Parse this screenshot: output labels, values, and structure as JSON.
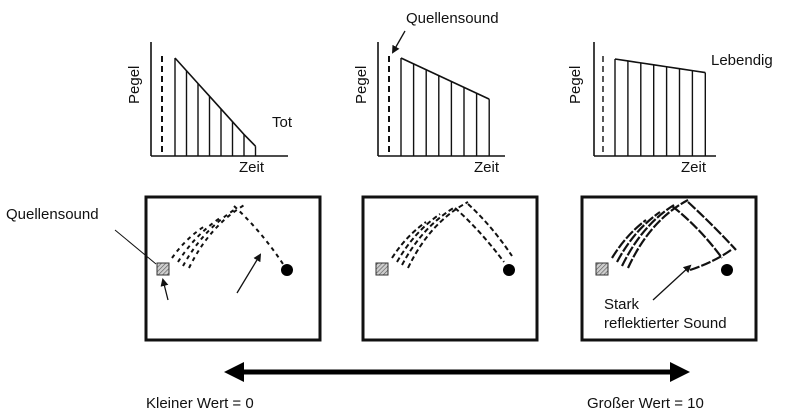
{
  "graphs": [
    {
      "id": "small",
      "ylabel": "Pegel",
      "xlabel": "Zeit",
      "annotation": "Tot",
      "reflection_levels": [
        1.0,
        0.87,
        0.74,
        0.61,
        0.48,
        0.35,
        0.22,
        0.1
      ]
    },
    {
      "id": "medium",
      "ylabel": "Pegel",
      "xlabel": "Zeit",
      "annotation": "Quellensound",
      "reflection_levels": [
        1.0,
        0.94,
        0.88,
        0.82,
        0.76,
        0.7,
        0.64,
        0.58
      ]
    },
    {
      "id": "large",
      "ylabel": "Pegel",
      "xlabel": "Zeit",
      "annotation": "Lebendig",
      "reflection_levels": [
        1.0,
        0.98,
        0.96,
        0.94,
        0.92,
        0.9,
        0.88,
        0.86
      ]
    }
  ],
  "rooms": {
    "left_label": "Quellensound",
    "right_label_line1": "Stark",
    "right_label_line2": "reflektierter Sound"
  },
  "scale": {
    "min_label": "Kleiner Wert = 0",
    "max_label": "Großer Wert = 10"
  }
}
